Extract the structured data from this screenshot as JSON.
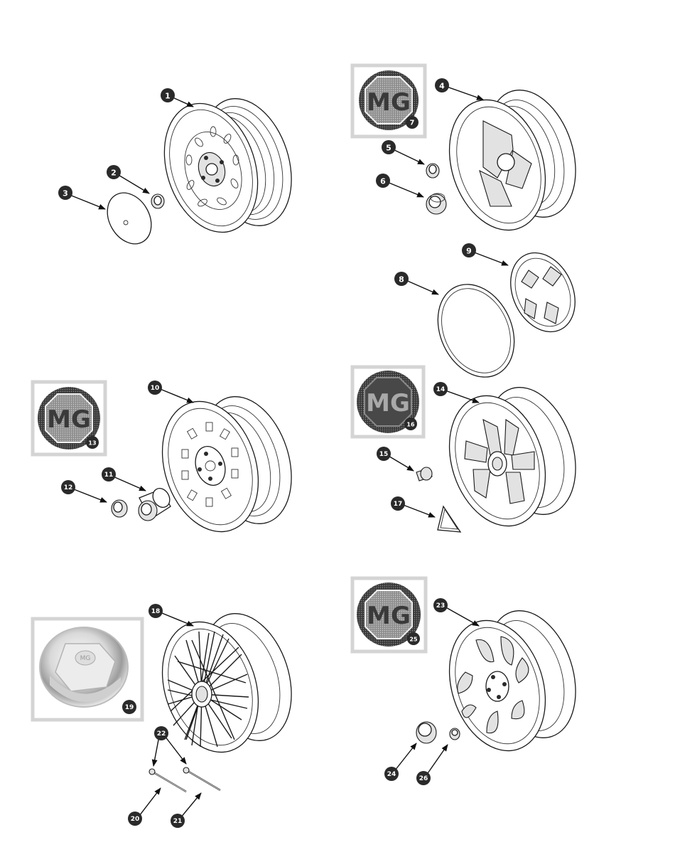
{
  "diagram": {
    "callouts": [
      "1",
      "2",
      "3",
      "4",
      "5",
      "6",
      "7",
      "8",
      "9",
      "10",
      "11",
      "12",
      "13",
      "14",
      "15",
      "16",
      "17",
      "18",
      "19",
      "20",
      "21",
      "22",
      "23",
      "24",
      "25",
      "26"
    ],
    "badges": {
      "badge_7": {
        "text": "MG",
        "number": "7"
      },
      "badge_13": {
        "text": "MG",
        "number": "13"
      },
      "badge_16": {
        "text": "MG",
        "number": "16"
      },
      "badge_25": {
        "text": "MG",
        "number": "25"
      },
      "badge_19": {
        "text": "MG",
        "number": "19"
      }
    }
  }
}
